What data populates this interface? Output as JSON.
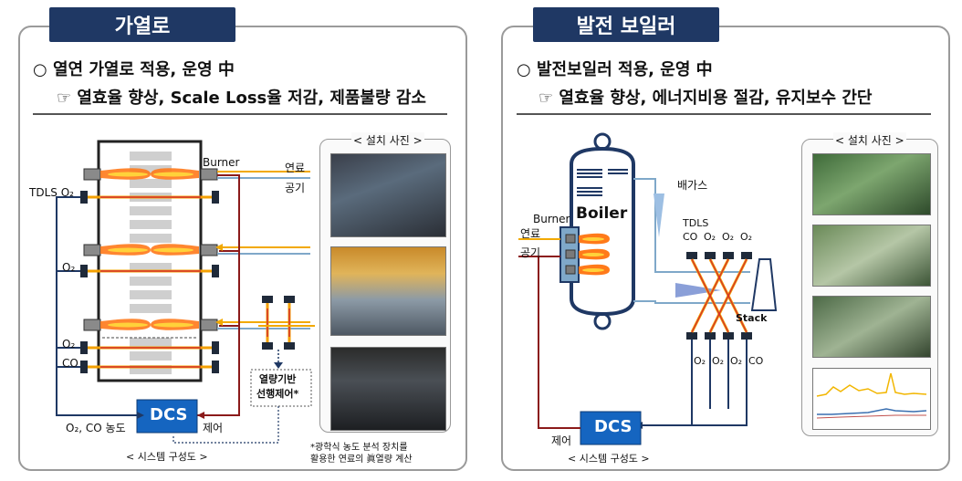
{
  "left": {
    "tab": "가열로",
    "line1": "○ 열연 가열로 적용, 운영 中",
    "line2": "☞ 열효율 향상, Scale Loss율 저감, 제품불량 감소",
    "photos_title": "< 설치 사진 >",
    "labels": {
      "burner": "Burner",
      "fuel": "연료",
      "air": "공기",
      "tdls_o2": "TDLS O₂",
      "o2_a": "O₂",
      "o2_b": "O₂",
      "co": "CO",
      "dcs": "DCS",
      "o2_co_conc": "O₂, CO 농도",
      "control": "제어",
      "heat_box": "열량기반\n선행제어*",
      "system_caption": "< 시스템 구성도 >",
      "footnote": "*광학식 농도 분석 장치를\n활용한 연료의 眞열량 계산"
    }
  },
  "right": {
    "tab": "발전 보일러",
    "line1": "○ 발전보일러 적용, 운영 中",
    "line2": "☞ 열효율 향상, 에너지비용 절감, 유지보수 간단",
    "photos_title": "< 설치 사진 >",
    "labels": {
      "boiler": "Boiler",
      "burner": "Burner",
      "fuel": "연료",
      "air": "공기",
      "exhaust": "배가스",
      "tdls": "TDLS",
      "co_top": "CO",
      "o2_top_1": "O₂",
      "o2_top_2": "O₂",
      "o2_top_3": "O₂",
      "stack": "Stack",
      "o2_bot_1": "O₂",
      "o2_bot_2": "O₂",
      "o2_bot_3": "O₂",
      "co_bot": "CO",
      "dcs": "DCS",
      "control": "제어",
      "system_caption": "< 시스템 구성도 >"
    }
  },
  "colors": {
    "navy": "#1f3864",
    "dcs_blue": "#1565c0",
    "dark_red": "#8b1a1a",
    "flame": "#ff7a1a",
    "fuel_line": "#f2a900",
    "air_line": "#7fa8c9"
  }
}
